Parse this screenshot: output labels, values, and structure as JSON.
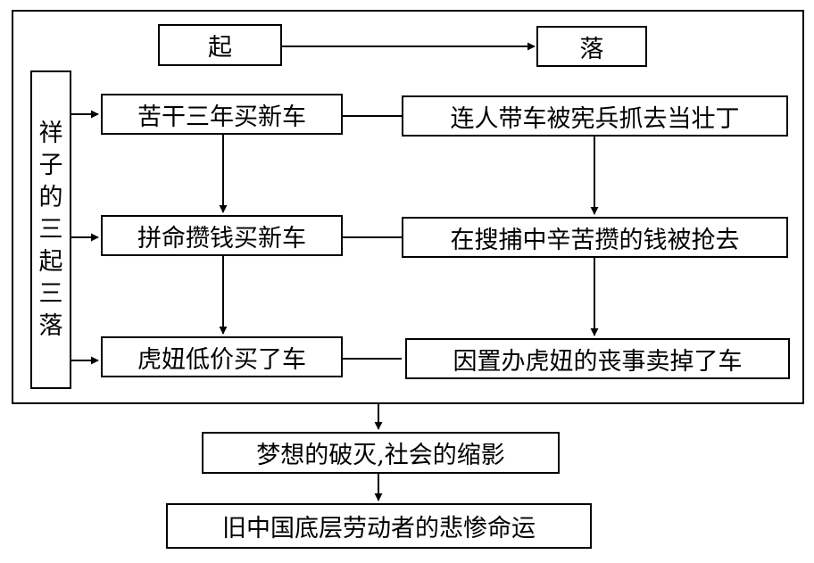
{
  "header": {
    "rise": "起",
    "fall": "落"
  },
  "side_label": [
    "祥",
    "子",
    "的",
    "三",
    "起",
    "三",
    "落"
  ],
  "rises": [
    "苦干三年买新车",
    "拼命攒钱买新车",
    "虎妞低价买了车"
  ],
  "falls": [
    "连人带车被宪兵抓去当壮丁",
    "在搜捕中辛苦攒的钱被抢去",
    "因置办虎妞的丧事卖掉了车"
  ],
  "conclusion_1": "梦想的破灭,社会的缩影",
  "conclusion_2": "旧中国底层劳动者的悲惨命运"
}
